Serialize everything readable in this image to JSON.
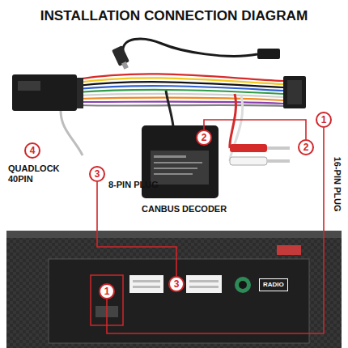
{
  "diagram": {
    "title": "INSTALLATION CONNECTION DIAGRAM",
    "nodes": [
      {
        "text": [
          "4"
        ]
      },
      {
        "text": [
          "3"
        ]
      },
      {
        "text": [
          "2"
        ]
      },
      {
        "text": [
          "2"
        ]
      },
      {
        "text": [
          "1"
        ]
      },
      {
        "text": [
          "1"
        ]
      },
      {
        "text": [
          "3"
        ]
      }
    ],
    "edges": [
      {
        "from": 2,
        "to": 3,
        "arrow": "none"
      },
      {
        "from": 1,
        "to": 6,
        "arrow": "none"
      },
      {
        "from": 4,
        "to": 5,
        "arrow": "none"
      }
    ],
    "labels": [
      "QUADLOCK 40PIN",
      "8-PIN PLUG",
      "CANBUS DECODER",
      "16-PIN PLUG",
      "RADIO"
    ]
  }
}
